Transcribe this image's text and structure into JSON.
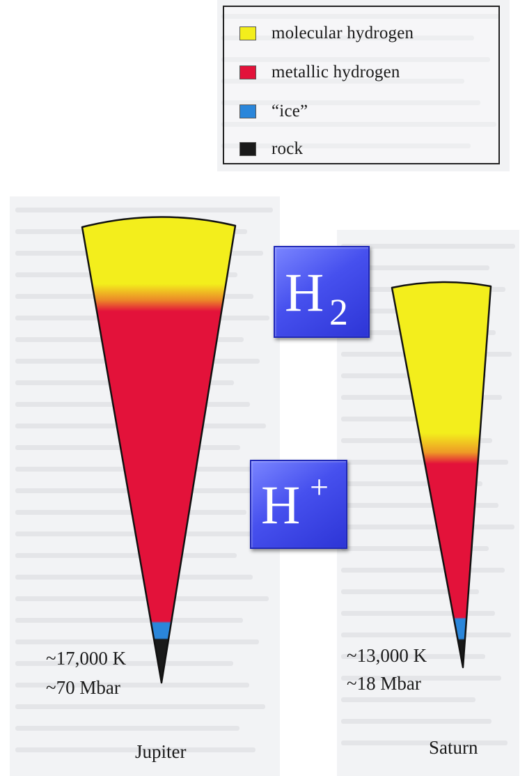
{
  "legend": {
    "items": [
      {
        "label": "molecular hydrogen",
        "color": "#f3ee1c"
      },
      {
        "label": "metallic hydrogen",
        "color": "#e3123a"
      },
      {
        "label": "“ice”",
        "color": "#2a86da"
      },
      {
        "label": "rock",
        "color": "#1a1a1a"
      }
    ]
  },
  "badges": {
    "h2": {
      "main": "H",
      "sub": "2"
    },
    "hplus": {
      "main": "H",
      "sup": "+"
    }
  },
  "jupiter": {
    "name": "Jupiter",
    "temperature": "~17,000 K",
    "pressure": "~70 Mbar"
  },
  "saturn": {
    "name": "Saturn",
    "temperature": "~13,000 K",
    "pressure": "~18 Mbar"
  },
  "colors": {
    "molecular": "#f3ee1c",
    "metallic": "#e3123a",
    "ice": "#2a86da",
    "rock": "#1a1a1a",
    "badge": "#3b44e6"
  }
}
